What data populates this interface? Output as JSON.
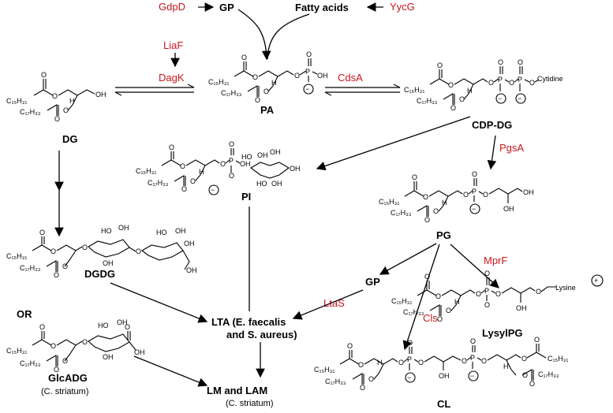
{
  "top": {
    "gp": "GP",
    "fatty_acids": "Fatty acids"
  },
  "enzymes": {
    "gdpd": "GdpD",
    "ycg": "YycG",
    "liaf": "LiaF",
    "dagk": "DagK",
    "cdsa": "CdsA",
    "pgsa": "PgsA",
    "mprf": "MprF",
    "ltas": "LtaS",
    "cls": "Cls"
  },
  "molecules": {
    "dg": "DG",
    "pa": "PA",
    "cdp_dg": "CDP-DG",
    "pi": "PI",
    "pg": "PG",
    "dgdg": "DGDG",
    "or": "OR",
    "glcadg": "GlcADG",
    "glcadg_note": "(C. striatum)",
    "gp_mid": "GP",
    "lysylpg": "LysylPG",
    "cl": "CL",
    "lta": "LTA (E. faecalis",
    "lta2": "and S. aureus)",
    "lm": "LM and LAM",
    "lm_note": "(C. striatum)"
  },
  "atoms": {
    "c15": "C₁₅H₃₁",
    "c17": "C₁₇H₃₃",
    "o": "O",
    "oh": "OH",
    "ho": "HO",
    "h": "H",
    "p": "P",
    "cytidine": "Cytidine",
    "lysine": "Lysine",
    "minus": "−",
    "plus": "+"
  }
}
